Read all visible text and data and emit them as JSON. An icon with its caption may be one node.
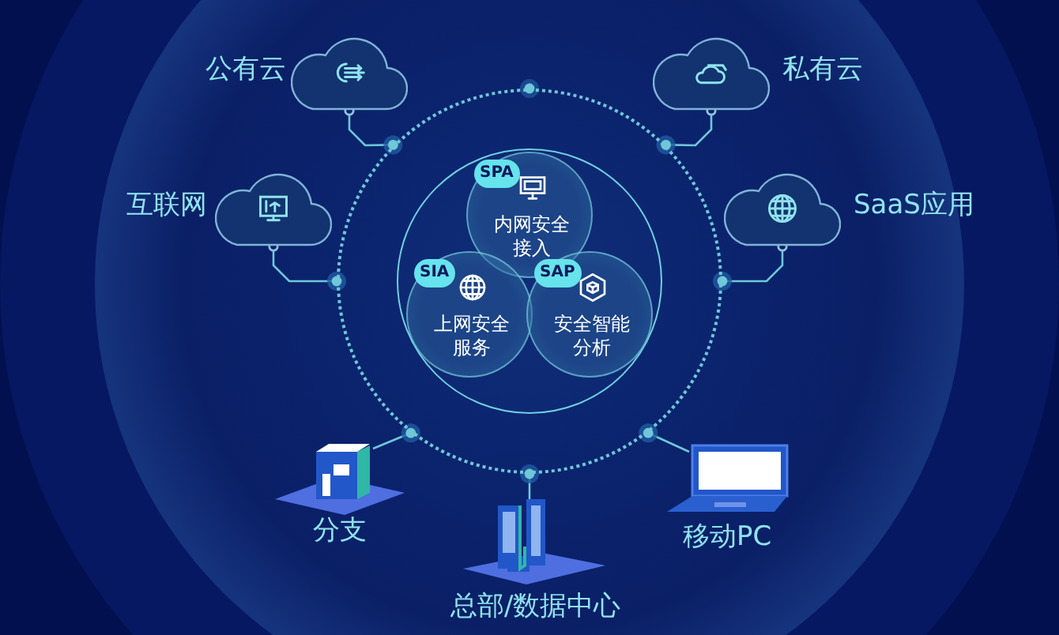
{
  "diagram": {
    "nodes": [
      {
        "text": [
          "公有云"
        ]
      },
      {
        "text": [
          "私有云"
        ]
      },
      {
        "text": [
          "互联网"
        ]
      },
      {
        "text": [
          "SaaS应用"
        ]
      },
      {
        "text": [],
        "shape": "circle"
      },
      {
        "text": [],
        "shape": "circle",
        "in": 4
      },
      {
        "text": [
          "SPA",
          "内网安全接入"
        ],
        "in": 5
      },
      {
        "text": [
          "SIA",
          "上网安全服务"
        ],
        "in": 5
      },
      {
        "text": [
          "SAP",
          "安全智能分析"
        ],
        "in": 5
      },
      {
        "text": [
          "分支"
        ]
      },
      {
        "text": [
          "总部/数据中心"
        ]
      },
      {
        "text": [
          "移动PC"
        ]
      }
    ],
    "edges": [
      {
        "from": 0,
        "to": 4,
        "arrow": "other"
      },
      {
        "from": 1,
        "to": 4,
        "arrow": "other"
      },
      {
        "from": 2,
        "to": 4,
        "arrow": "other"
      },
      {
        "from": 3,
        "to": 4,
        "arrow": "other"
      },
      {
        "from": 9,
        "to": 4,
        "arrow": "other"
      },
      {
        "from": 10,
        "to": 4,
        "arrow": "other"
      },
      {
        "from": 11,
        "to": 4,
        "arrow": "other"
      }
    ]
  }
}
